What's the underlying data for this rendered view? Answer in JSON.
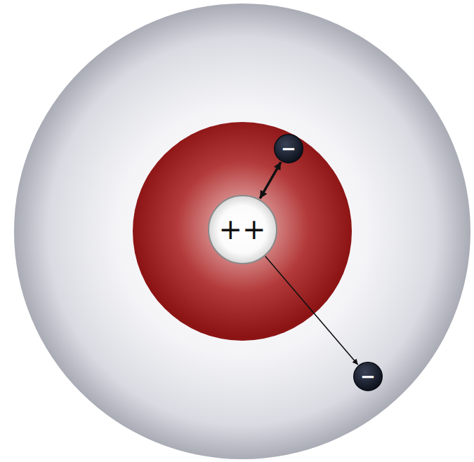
{
  "diagram": {
    "nodes": [
      {
        "text": [
          "−"
        ]
      },
      {
        "text": [
          "++"
        ]
      },
      {
        "text": [
          "−"
        ]
      }
    ],
    "edges": [
      {
        "from": 0,
        "to": 1,
        "arrow": "both"
      },
      {
        "from": 1,
        "to": 2,
        "arrow": "to"
      }
    ]
  }
}
